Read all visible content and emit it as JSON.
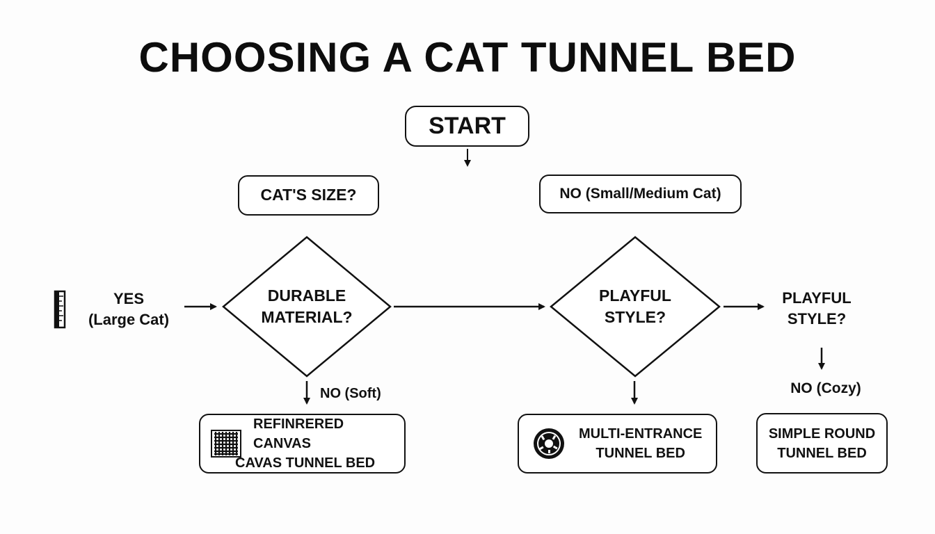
{
  "title": "CHOOSING A CAT TUNNEL BED",
  "start": "START",
  "size_question": "CAT'S SIZE?",
  "no_branch_top": "NO (Small/Medium Cat)",
  "yes_branch": {
    "line1": "YES",
    "line2": "(Large Cat)"
  },
  "durable_decision": {
    "line1": "DURABLE",
    "line2": "MATERIAL?"
  },
  "playful_decision": {
    "line1": "PLAYFUL",
    "line2": "STYLE?"
  },
  "playful_label": {
    "line1": "PLAYFUL",
    "line2": "STYLE?"
  },
  "no_soft": "NO (Soft)",
  "no_cozy": "NO (Cozy)",
  "results": {
    "canvas": {
      "line1": "REFINRERED CANVAS",
      "line2": "CAVAS TUNNEL BED",
      "icon": "canvas-texture-icon"
    },
    "multi": {
      "line1": "MULTI-ENTRANCE",
      "line2": "TUNNEL BED",
      "icon": "donut-bed-icon"
    },
    "round": {
      "line1": "SIMPLE ROUND",
      "line2": "TUNNEL BED"
    }
  },
  "ruler_icon": "ruler-icon"
}
